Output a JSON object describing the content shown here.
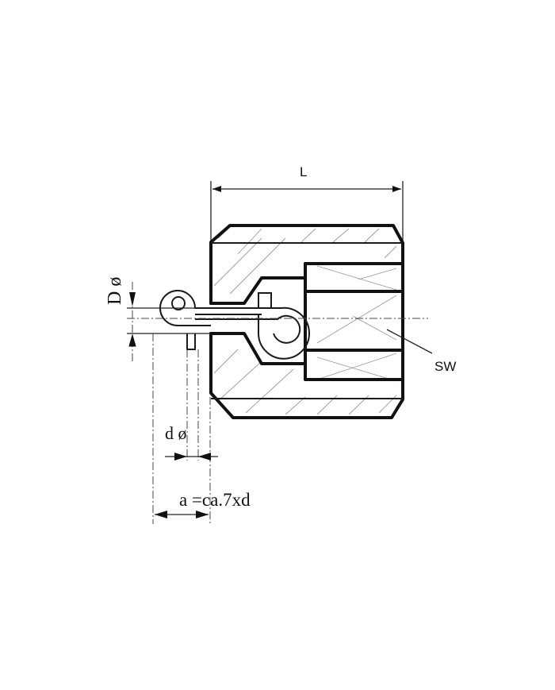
{
  "drawing": {
    "type": "technical cross-section drawing",
    "labels": {
      "length": "L",
      "outer_diameter": "D ø",
      "wire_diameter": "d ø",
      "spacing_formula": "a =ca.7xd",
      "wrench_size": "SW"
    },
    "colors": {
      "line": "#111111",
      "hatch": "#9a9a9a",
      "background": "#ffffff"
    }
  }
}
